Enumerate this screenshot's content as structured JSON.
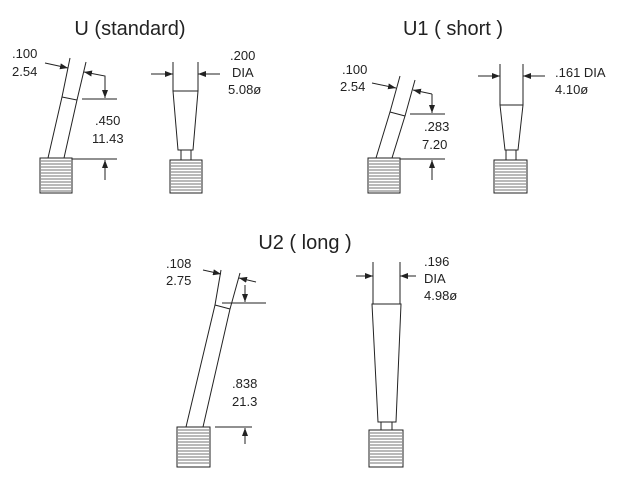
{
  "variants": {
    "standard": {
      "title": "U (standard)",
      "width_in": ".100",
      "width_mm": "2.54",
      "height_in": ".450",
      "height_mm": "11.43",
      "dia_in": ".200",
      "dia_label": "DIA",
      "dia_mm": "5.08ø"
    },
    "short": {
      "title": "U1 ( short )",
      "width_in": ".100",
      "width_mm": "2.54",
      "height_in": ".283",
      "height_mm": "7.20",
      "dia_in": ".161 DIA",
      "dia_mm": "4.10ø"
    },
    "long": {
      "title": "U2 ( long )",
      "width_in": ".108",
      "width_mm": "2.75",
      "height_in": ".838",
      "height_mm": "21.3",
      "dia_in": ".196",
      "dia_label": "DIA",
      "dia_mm": "4.98ø"
    }
  }
}
